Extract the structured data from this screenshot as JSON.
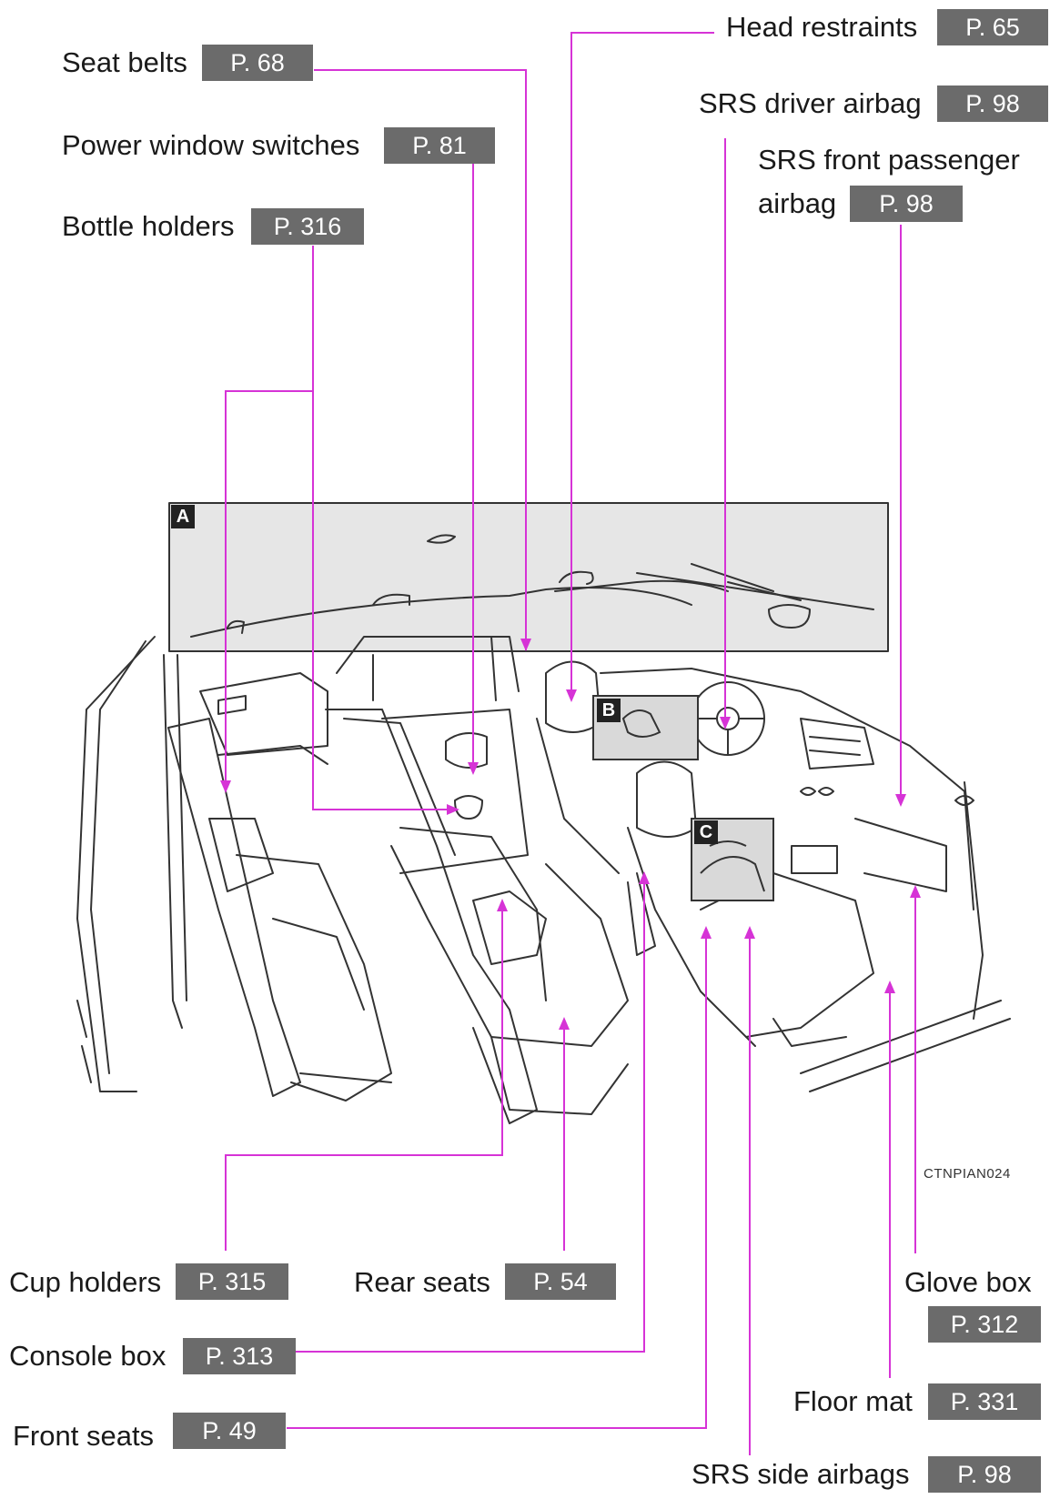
{
  "callouts": {
    "head_restraints": {
      "label": "Head restraints",
      "page": "P. 65"
    },
    "seat_belts": {
      "label": "Seat belts",
      "page": "P. 68"
    },
    "srs_driver_airbag": {
      "label": "SRS driver airbag",
      "page": "P. 98"
    },
    "power_window_switches": {
      "label": "Power window switches",
      "page": "P. 81"
    },
    "srs_front_passenger_airbag": {
      "label_line1": "SRS front passenger",
      "label_line2": "airbag",
      "page": "P. 98"
    },
    "bottle_holders": {
      "label": "Bottle holders",
      "page": "P. 316"
    },
    "cup_holders": {
      "label": "Cup holders",
      "page": "P. 315"
    },
    "rear_seats": {
      "label": "Rear seats",
      "page": "P. 54"
    },
    "glove_box": {
      "label": "Glove box",
      "page": "P. 312"
    },
    "console_box": {
      "label": "Console box",
      "page": "P. 313"
    },
    "floor_mat": {
      "label": "Floor mat",
      "page": "P. 331"
    },
    "front_seats": {
      "label": "Front seats",
      "page": "P. 49"
    },
    "srs_side_airbags": {
      "label": "SRS side airbags",
      "page": "P. 98"
    }
  },
  "illustration": {
    "inset_a": "A",
    "inset_b": "B",
    "inset_c": "C",
    "code": "CTNPIAN024"
  },
  "colors": {
    "leader": "#d633d6",
    "badge": "#6b6b6b"
  }
}
